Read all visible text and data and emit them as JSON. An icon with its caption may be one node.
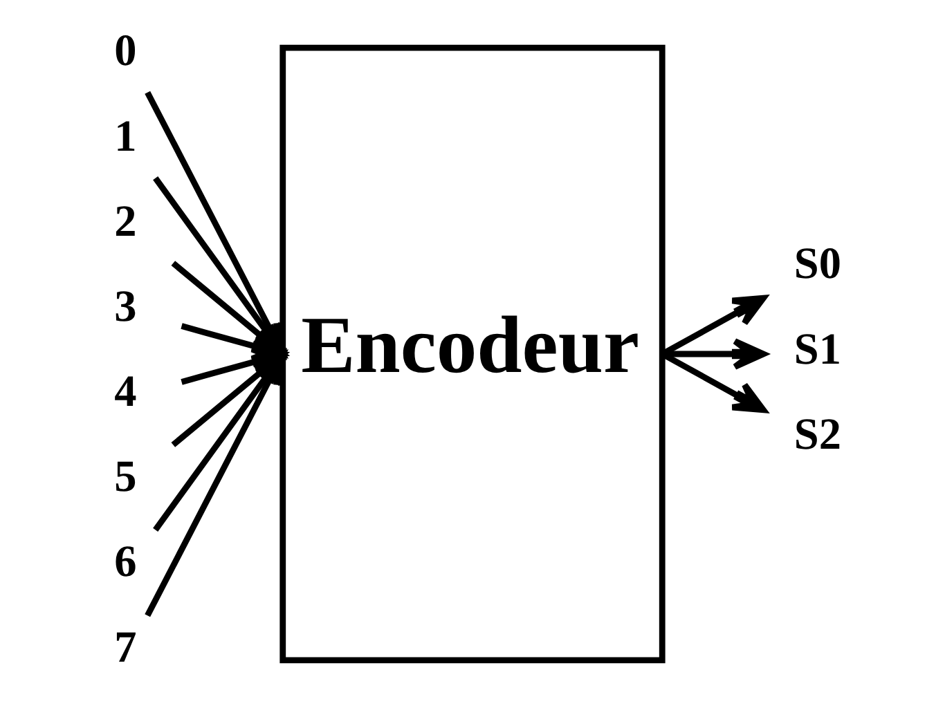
{
  "diagram": {
    "nodes": [
      {
        "text": [
          "Encodeur"
        ]
      },
      {
        "text": [
          "0"
        ]
      },
      {
        "text": [
          "1"
        ]
      },
      {
        "text": [
          "2"
        ]
      },
      {
        "text": [
          "3"
        ]
      },
      {
        "text": [
          "4"
        ]
      },
      {
        "text": [
          "5"
        ]
      },
      {
        "text": [
          "6"
        ]
      },
      {
        "text": [
          "7"
        ]
      },
      {
        "text": [
          "S0"
        ]
      },
      {
        "text": [
          "S1"
        ]
      },
      {
        "text": [
          "S2"
        ]
      }
    ],
    "edges": [
      {
        "from": 1,
        "to": 0,
        "arrow": "to"
      },
      {
        "from": 2,
        "to": 0,
        "arrow": "to"
      },
      {
        "from": 3,
        "to": 0,
        "arrow": "to"
      },
      {
        "from": 4,
        "to": 0,
        "arrow": "to"
      },
      {
        "from": 5,
        "to": 0,
        "arrow": "to"
      },
      {
        "from": 6,
        "to": 0,
        "arrow": "to"
      },
      {
        "from": 7,
        "to": 0,
        "arrow": "to"
      },
      {
        "from": 8,
        "to": 0,
        "arrow": "to"
      },
      {
        "from": 0,
        "to": 9,
        "arrow": "to"
      },
      {
        "from": 0,
        "to": 10,
        "arrow": "to"
      },
      {
        "from": 0,
        "to": 11,
        "arrow": "to"
      }
    ]
  }
}
